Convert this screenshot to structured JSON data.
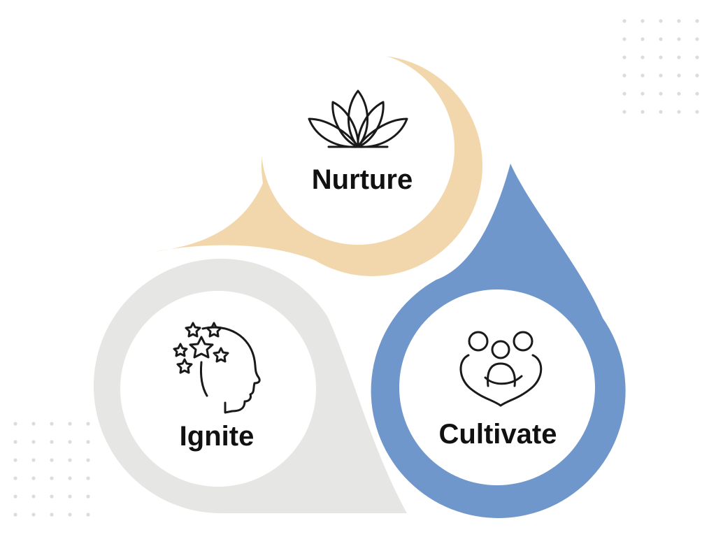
{
  "diagram": {
    "nodes": [
      {
        "id": "nurture",
        "label": "Nurture",
        "icon": "lotus-icon",
        "color": "#F2D7AC"
      },
      {
        "id": "cultivate",
        "label": "Cultivate",
        "icon": "family-heart-icon",
        "color": "#7097CB"
      },
      {
        "id": "ignite",
        "label": "Ignite",
        "icon": "head-stars-icon",
        "color": "#E6E6E5"
      }
    ],
    "dot_color": "#DCDCDC",
    "inner_color": "#FFFFFF"
  }
}
